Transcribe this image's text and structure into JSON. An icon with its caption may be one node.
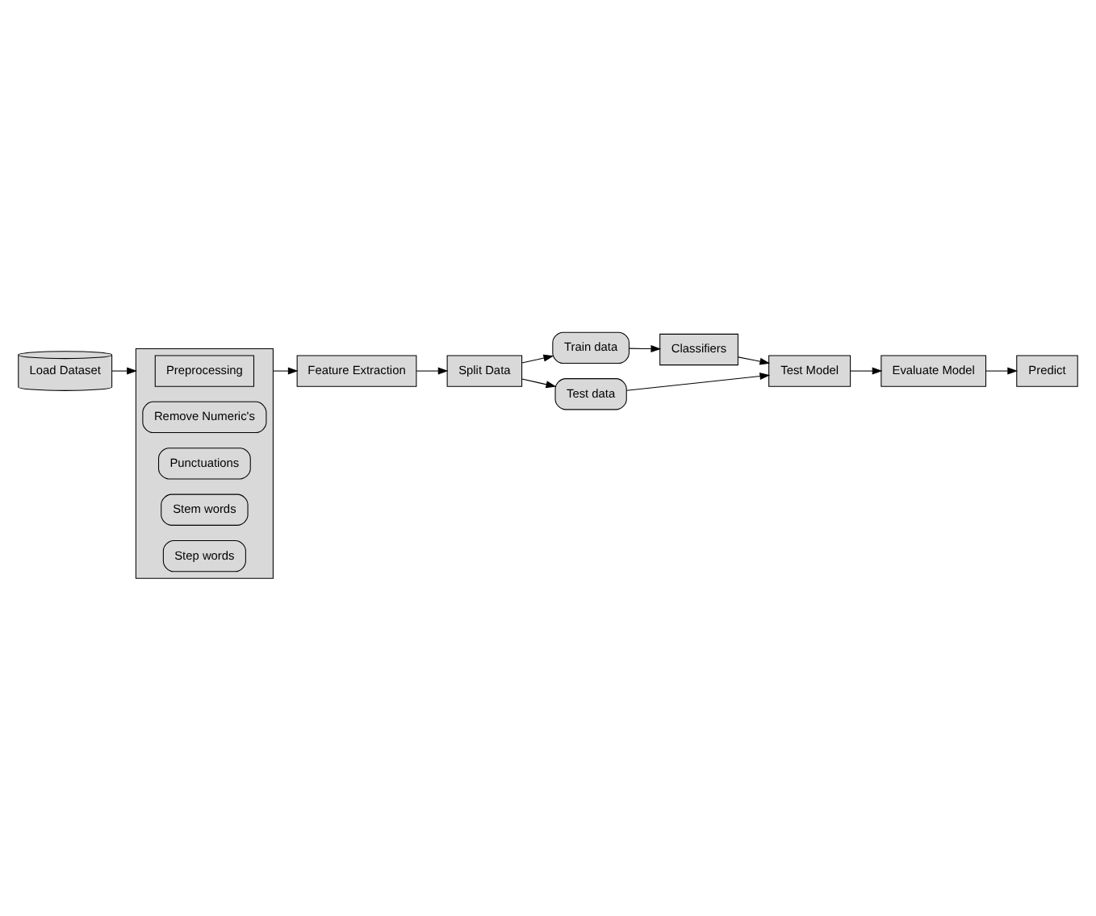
{
  "diagram": {
    "nodes": [
      {
        "text": [
          "Load Dataset"
        ]
      },
      {
        "text": [],
        "shape": "box"
      },
      {
        "text": [
          "Preprocessing"
        ],
        "in": 1
      },
      {
        "text": [
          "Remove Numeric's"
        ],
        "in": 1
      },
      {
        "text": [
          "Punctuations"
        ],
        "in": 1
      },
      {
        "text": [
          "Stem words"
        ],
        "in": 1
      },
      {
        "text": [
          "Step words"
        ],
        "in": 1
      },
      {
        "text": [
          "Feature Extraction"
        ]
      },
      {
        "text": [
          "Split Data"
        ]
      },
      {
        "text": [
          "Train data"
        ]
      },
      {
        "text": [
          "Test data"
        ]
      },
      {
        "text": [
          "Classifiers"
        ]
      },
      {
        "text": [
          "Test Model"
        ]
      },
      {
        "text": [
          "Evaluate Model"
        ]
      },
      {
        "text": [
          "Predict"
        ]
      }
    ],
    "edges": [
      {
        "from": 0,
        "to": 1,
        "arrow": "to"
      },
      {
        "from": 1,
        "to": 7,
        "arrow": "to"
      },
      {
        "from": 7,
        "to": 8,
        "arrow": "to"
      },
      {
        "from": 8,
        "to": 9,
        "arrow": "to"
      },
      {
        "from": 8,
        "to": 10,
        "arrow": "to"
      },
      {
        "from": 9,
        "to": 11,
        "arrow": "to"
      },
      {
        "from": 10,
        "to": 12,
        "arrow": "to"
      },
      {
        "from": 11,
        "to": 12,
        "arrow": "to"
      },
      {
        "from": 12,
        "to": 13,
        "arrow": "to"
      },
      {
        "from": 13,
        "to": 14,
        "arrow": "to"
      }
    ]
  }
}
